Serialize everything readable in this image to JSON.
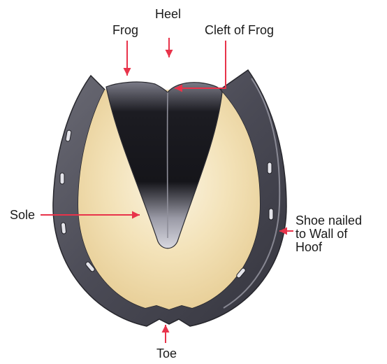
{
  "labels": {
    "heel": "Heel",
    "frog": "Frog",
    "cleft_of_frog": "Cleft of Frog",
    "sole": "Sole",
    "shoe_line1": "Shoe nailed",
    "shoe_line2": "to Wall of",
    "shoe_line3": "Hoof",
    "toe": "Toe"
  },
  "colors": {
    "arrow": "#e8334a",
    "shoe": "#4a4a55",
    "sole": "#f1ddb0",
    "frog": "#1c1c22"
  }
}
